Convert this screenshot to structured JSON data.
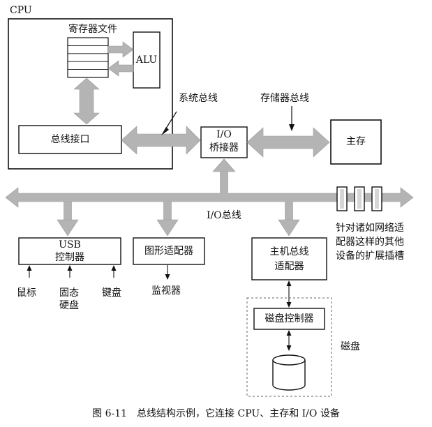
{
  "cpu": {
    "label": "CPU",
    "register_file": "寄存器文件",
    "alu": "ALU",
    "bus_interface": "总线接口"
  },
  "buses": {
    "system_bus": "系统总线",
    "memory_bus": "存储器总线",
    "io_bus": "I/O总线"
  },
  "io_bridge": {
    "line1": "I/O",
    "line2": "桥接器"
  },
  "main_memory": "主存",
  "usb_controller": {
    "line1": "USB",
    "line2": "控制器"
  },
  "graphics_adapter": "图形适配器",
  "host_bus_adapter": {
    "line1": "主机总线",
    "line2": "适配器"
  },
  "disk_controller": "磁盘控制器",
  "disk": "磁盘",
  "expansion_slots": {
    "line1": "针对诸如网络适",
    "line2": "配器这样的其他",
    "line3": "设备的扩展插槽"
  },
  "devices": {
    "mouse": "鼠标",
    "ssd_line1": "固态",
    "ssd_line2": "硬盘",
    "keyboard": "键盘",
    "monitor": "监视器"
  },
  "caption": "图 6-11　总线结构示例，它连接 CPU、主存和 I/O 设备",
  "colors": {
    "bus_fill": "#b4b4b4",
    "line": "#111111",
    "dashed_border": "#666666"
  }
}
